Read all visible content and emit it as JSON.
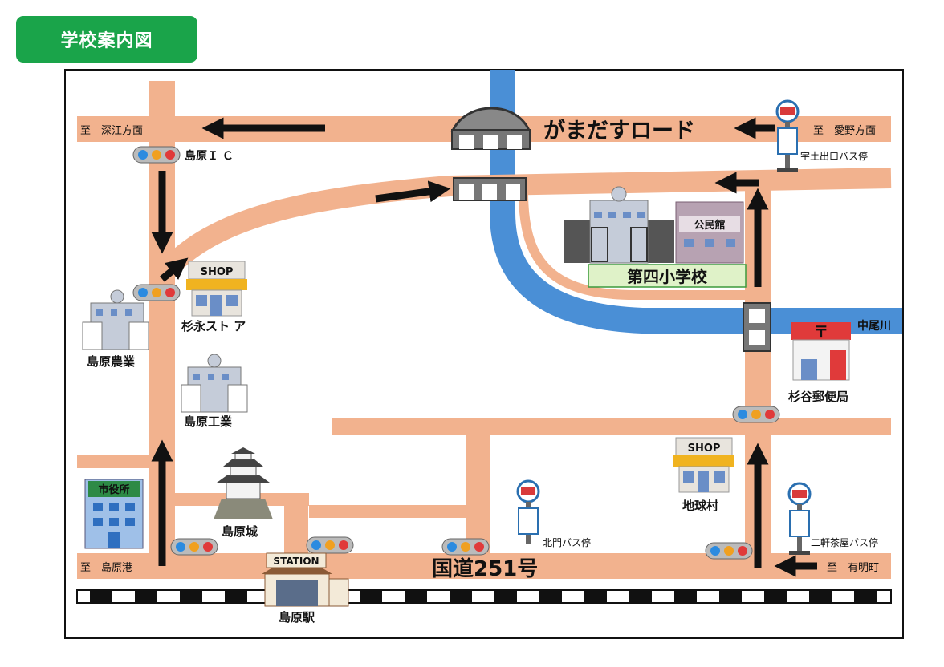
{
  "title": "学校案内図",
  "labels": {
    "to_fukae": "至　深江方面",
    "to_aino": "至　愛野方面",
    "to_shimabara_port": "至　島原港",
    "to_ariake": "至　有明町",
    "gamadasu_road": "がまだすロード",
    "route251": "国道251号",
    "shimabara_ic": "島原Ｉ Ｃ",
    "udo_bus": "宇土出口バス停",
    "kitamon_bus": "北門バス停",
    "nikenchaya_bus": "二軒茶屋バス停",
    "nakao_river": "中尾川",
    "school": "第四小学校",
    "suginaga_store": "杉永スト ア",
    "shimabara_nougyou": "島原農業",
    "shimabara_kougyou": "島原工業",
    "shimabara_castle": "島原城",
    "shimabara_station": "島原駅",
    "chikyuumura": "地球村",
    "sugitani_post": "杉谷郵便局",
    "shop_sign": "SHOP",
    "station_sign": "STATION",
    "kominkan_sign": "公民館",
    "shiyakusho_sign": "市役所"
  },
  "colors": {
    "road": "#f2b28e",
    "river": "#4a8fd6",
    "badge": "#1aa44a",
    "school_label_bg": "#dff2c8"
  }
}
